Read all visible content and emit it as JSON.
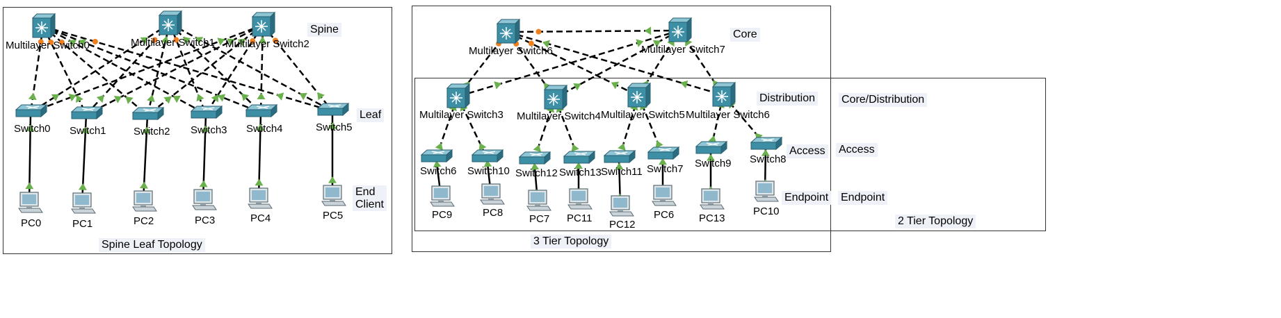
{
  "spine_leaf": {
    "caption": "Spine Leaf Topology",
    "tier_labels": {
      "spine": "Spine",
      "leaf": "Leaf",
      "end_client": "End\nClient"
    },
    "spines": [
      {
        "id": "s0",
        "name": "Multilayer Switch0"
      },
      {
        "id": "s1",
        "name": "Multilayer Switch1"
      },
      {
        "id": "s2",
        "name": "Multilayer Switch2"
      }
    ],
    "leaves": [
      {
        "id": "l0",
        "name": "Switch0"
      },
      {
        "id": "l1",
        "name": "Switch1"
      },
      {
        "id": "l2",
        "name": "Switch2"
      },
      {
        "id": "l3",
        "name": "Switch3"
      },
      {
        "id": "l4",
        "name": "Switch4"
      },
      {
        "id": "l5",
        "name": "Switch5"
      }
    ],
    "clients": [
      {
        "id": "p0",
        "name": "PC0"
      },
      {
        "id": "p1",
        "name": "PC1"
      },
      {
        "id": "p2",
        "name": "PC2"
      },
      {
        "id": "p3",
        "name": "PC3"
      },
      {
        "id": "p4",
        "name": "PC4"
      },
      {
        "id": "p5",
        "name": "PC5"
      }
    ]
  },
  "three_tier": {
    "caption": "3 Tier Topology",
    "two_tier_caption": "2 Tier Topology",
    "tier_labels": {
      "core": "Core",
      "distribution": "Distribution",
      "access": "Access",
      "endpoint": "Endpoint",
      "core_distribution": "Core/Distribution",
      "access_2": "Access",
      "endpoint_2": "Endpoint"
    },
    "core": [
      {
        "id": "c6",
        "name": "Multilayer Switch6"
      },
      {
        "id": "c7",
        "name": "Multilayer Switch7"
      }
    ],
    "distribution": [
      {
        "id": "d3",
        "name": "Multilayer Switch3"
      },
      {
        "id": "d4",
        "name": "Multilayer Switch4"
      },
      {
        "id": "d5",
        "name": "Multilayer Switch5"
      },
      {
        "id": "d6",
        "name": "Multilayer Switch6"
      }
    ],
    "access": [
      {
        "id": "a6",
        "name": "Switch6"
      },
      {
        "id": "a10",
        "name": "Switch10"
      },
      {
        "id": "a12",
        "name": "Switch12"
      },
      {
        "id": "a13",
        "name": "Switch13"
      },
      {
        "id": "a11",
        "name": "Switch11"
      },
      {
        "id": "a7",
        "name": "Switch7"
      },
      {
        "id": "a9",
        "name": "Switch9"
      },
      {
        "id": "a8",
        "name": "Switch8"
      }
    ],
    "endpoints": [
      {
        "id": "e9",
        "name": "PC9"
      },
      {
        "id": "e8",
        "name": "PC8"
      },
      {
        "id": "e7",
        "name": "PC7"
      },
      {
        "id": "e11",
        "name": "PC11"
      },
      {
        "id": "e12",
        "name": "PC12"
      },
      {
        "id": "e6",
        "name": "PC6"
      },
      {
        "id": "e13",
        "name": "PC13"
      },
      {
        "id": "e10",
        "name": "PC10"
      }
    ]
  },
  "links": {
    "dashed": [
      [
        "s0",
        "l0"
      ],
      [
        "s0",
        "l1"
      ],
      [
        "s0",
        "l2"
      ],
      [
        "s0",
        "l3"
      ],
      [
        "s0",
        "l4"
      ],
      [
        "s0",
        "l5"
      ],
      [
        "s1",
        "l0"
      ],
      [
        "s1",
        "l1"
      ],
      [
        "s1",
        "l2"
      ],
      [
        "s1",
        "l3"
      ],
      [
        "s1",
        "l4"
      ],
      [
        "s1",
        "l5"
      ],
      [
        "s2",
        "l0"
      ],
      [
        "s2",
        "l1"
      ],
      [
        "s2",
        "l2"
      ],
      [
        "s2",
        "l3"
      ],
      [
        "s2",
        "l4"
      ],
      [
        "s2",
        "l5"
      ],
      [
        "c6",
        "c7"
      ],
      [
        "c6",
        "d3"
      ],
      [
        "c6",
        "d4"
      ],
      [
        "c6",
        "d5"
      ],
      [
        "c6",
        "d6"
      ],
      [
        "c7",
        "d3"
      ],
      [
        "c7",
        "d4"
      ],
      [
        "c7",
        "d5"
      ],
      [
        "c7",
        "d6"
      ],
      [
        "d3",
        "a6"
      ],
      [
        "d3",
        "a10"
      ],
      [
        "d4",
        "a12"
      ],
      [
        "d4",
        "a13"
      ],
      [
        "d5",
        "a11"
      ],
      [
        "d5",
        "a7"
      ],
      [
        "d6",
        "a9"
      ],
      [
        "d6",
        "a8"
      ]
    ],
    "solid": [
      [
        "l0",
        "p0"
      ],
      [
        "l1",
        "p1"
      ],
      [
        "l2",
        "p2"
      ],
      [
        "l3",
        "p3"
      ],
      [
        "l4",
        "p4"
      ],
      [
        "l5",
        "p5"
      ],
      [
        "a6",
        "e9"
      ],
      [
        "a10",
        "e8"
      ],
      [
        "a12",
        "e7"
      ],
      [
        "a13",
        "e11"
      ],
      [
        "a11",
        "e12"
      ],
      [
        "a7",
        "e6"
      ],
      [
        "a9",
        "e13"
      ],
      [
        "a8",
        "e10"
      ]
    ],
    "orange_dot_links": [
      [
        "s0",
        "l0"
      ],
      [
        "s0",
        "l1"
      ],
      [
        "s0",
        "l2"
      ],
      [
        "s1",
        "l1"
      ],
      [
        "s1",
        "l3"
      ],
      [
        "s2",
        "l3"
      ],
      [
        "s2",
        "l5"
      ],
      [
        "s0",
        "l5"
      ],
      [
        "c6",
        "c7"
      ],
      [
        "c6",
        "d3"
      ],
      [
        "c6",
        "d4"
      ],
      [
        "c6",
        "d5"
      ]
    ]
  },
  "colors": {
    "device_face": "#3d8fa6",
    "device_side": "#2b6d80",
    "device_top": "#8fc6d6",
    "link_up": "#6ab04c",
    "link_down": "#f07f1e",
    "link_line": "#000000"
  }
}
